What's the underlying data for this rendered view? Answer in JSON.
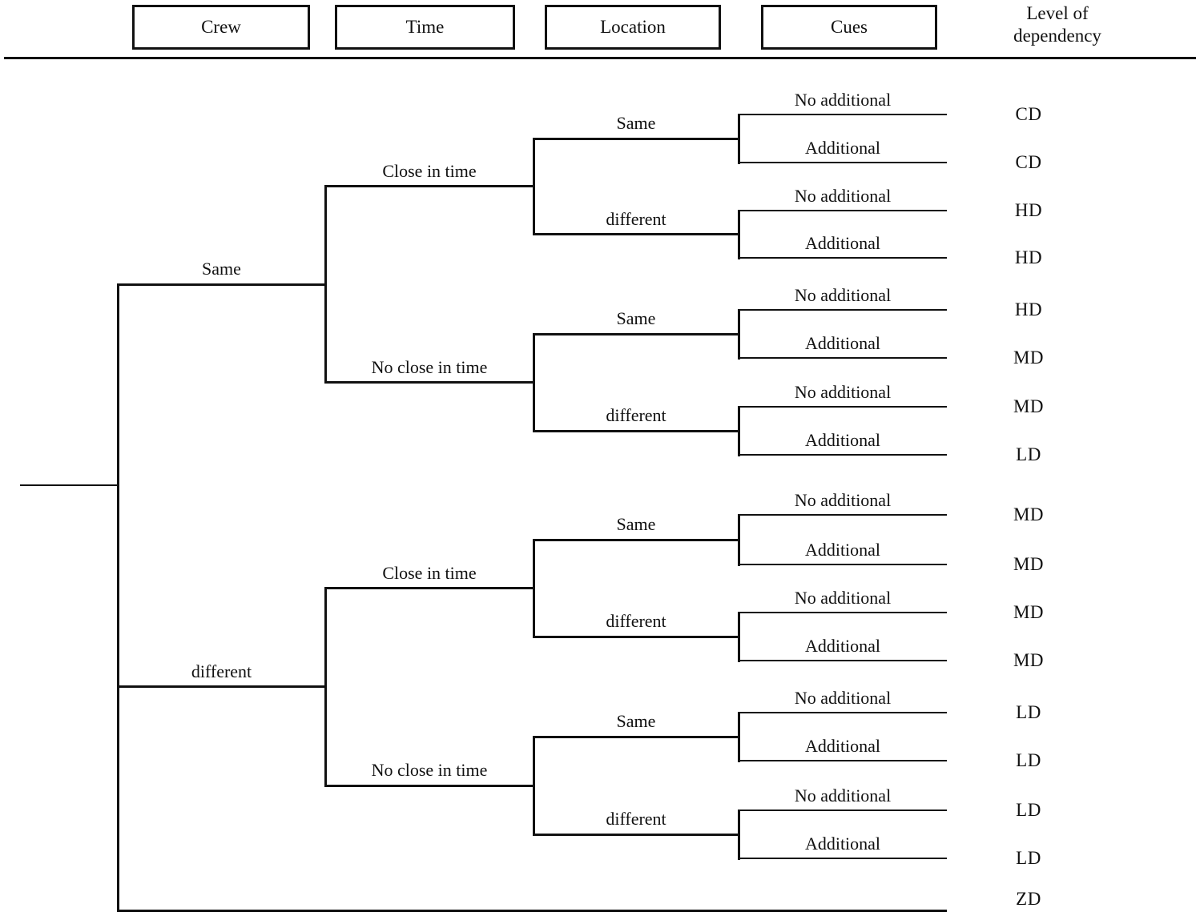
{
  "header": {
    "columns": [
      "Crew",
      "Time",
      "Location",
      "Cues"
    ],
    "level_column_line1": "Level of",
    "level_column_line2": "dependency"
  },
  "tree": {
    "crew": [
      {
        "label": "Same",
        "time": [
          {
            "label": "Close in time",
            "location": [
              {
                "label": "Same",
                "cues": [
                  {
                    "label": "No additional",
                    "level": "CD"
                  },
                  {
                    "label": "Additional",
                    "level": "CD"
                  }
                ]
              },
              {
                "label": "different",
                "cues": [
                  {
                    "label": "No additional",
                    "level": "HD"
                  },
                  {
                    "label": "Additional",
                    "level": "HD"
                  }
                ]
              }
            ]
          },
          {
            "label": "No close in time",
            "location": [
              {
                "label": "Same",
                "cues": [
                  {
                    "label": "No additional",
                    "level": "HD"
                  },
                  {
                    "label": "Additional",
                    "level": "MD"
                  }
                ]
              },
              {
                "label": "different",
                "cues": [
                  {
                    "label": "No additional",
                    "level": "MD"
                  },
                  {
                    "label": "Additional",
                    "level": "LD"
                  }
                ]
              }
            ]
          }
        ]
      },
      {
        "label": "different",
        "time": [
          {
            "label": "Close in time",
            "location": [
              {
                "label": "Same",
                "cues": [
                  {
                    "label": "No additional",
                    "level": "MD"
                  },
                  {
                    "label": "Additional",
                    "level": "MD"
                  }
                ]
              },
              {
                "label": "different",
                "cues": [
                  {
                    "label": "No additional",
                    "level": "MD"
                  },
                  {
                    "label": "Additional",
                    "level": "MD"
                  }
                ]
              }
            ]
          },
          {
            "label": "No close in time",
            "location": [
              {
                "label": "Same",
                "cues": [
                  {
                    "label": "No additional",
                    "level": "LD"
                  },
                  {
                    "label": "Additional",
                    "level": "LD"
                  }
                ]
              },
              {
                "label": "different",
                "cues": [
                  {
                    "label": "No additional",
                    "level": "LD"
                  },
                  {
                    "label": "Additional",
                    "level": "LD"
                  }
                ]
              }
            ]
          }
        ]
      }
    ],
    "zd_branch": {
      "level": "ZD"
    }
  },
  "colors": {
    "line": "#111111",
    "text": "#111111",
    "background": "#ffffff"
  }
}
